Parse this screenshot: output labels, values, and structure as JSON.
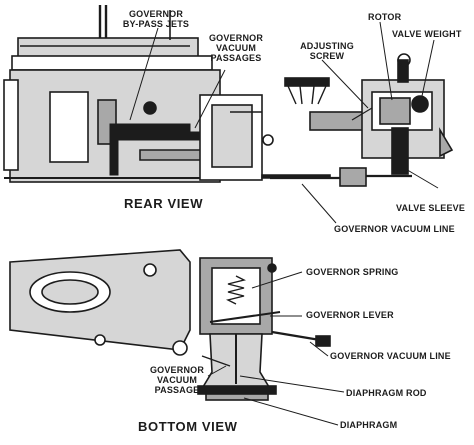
{
  "views": {
    "rear": {
      "title": "REAR VIEW"
    },
    "bottom": {
      "title": "BOTTOM VIEW"
    }
  },
  "labels": {
    "governor_bypass_jets": "GOVERNOR\nBY-PASS JETS",
    "governor_vacuum_passages": "GOVERNOR\nVACUUM\nPASSAGES",
    "adjusting_screw": "ADJUSTING\nSCREW",
    "rotor": "ROTOR",
    "valve_weight": "VALVE WEIGHT",
    "valve_sleeve": "VALVE SLEEVE",
    "governor_vacuum_line_rear": "GOVERNOR VACUUM LINE",
    "governor_spring": "GOVERNOR SPRING",
    "governor_lever": "GOVERNOR LEVER",
    "governor_vacuum_line_bottom": "GOVERNOR VACUUM LINE",
    "governor_vacuum_passage": "GOVERNOR\nVACUUM\nPASSAGE",
    "diaphragm_rod": "DIAPHRAGM ROD",
    "diaphragm": "DIAPHRAGM"
  },
  "colors": {
    "ink": "#1c1c1c",
    "gray": "#a8a8a8",
    "light_gray": "#d6d6d6"
  }
}
